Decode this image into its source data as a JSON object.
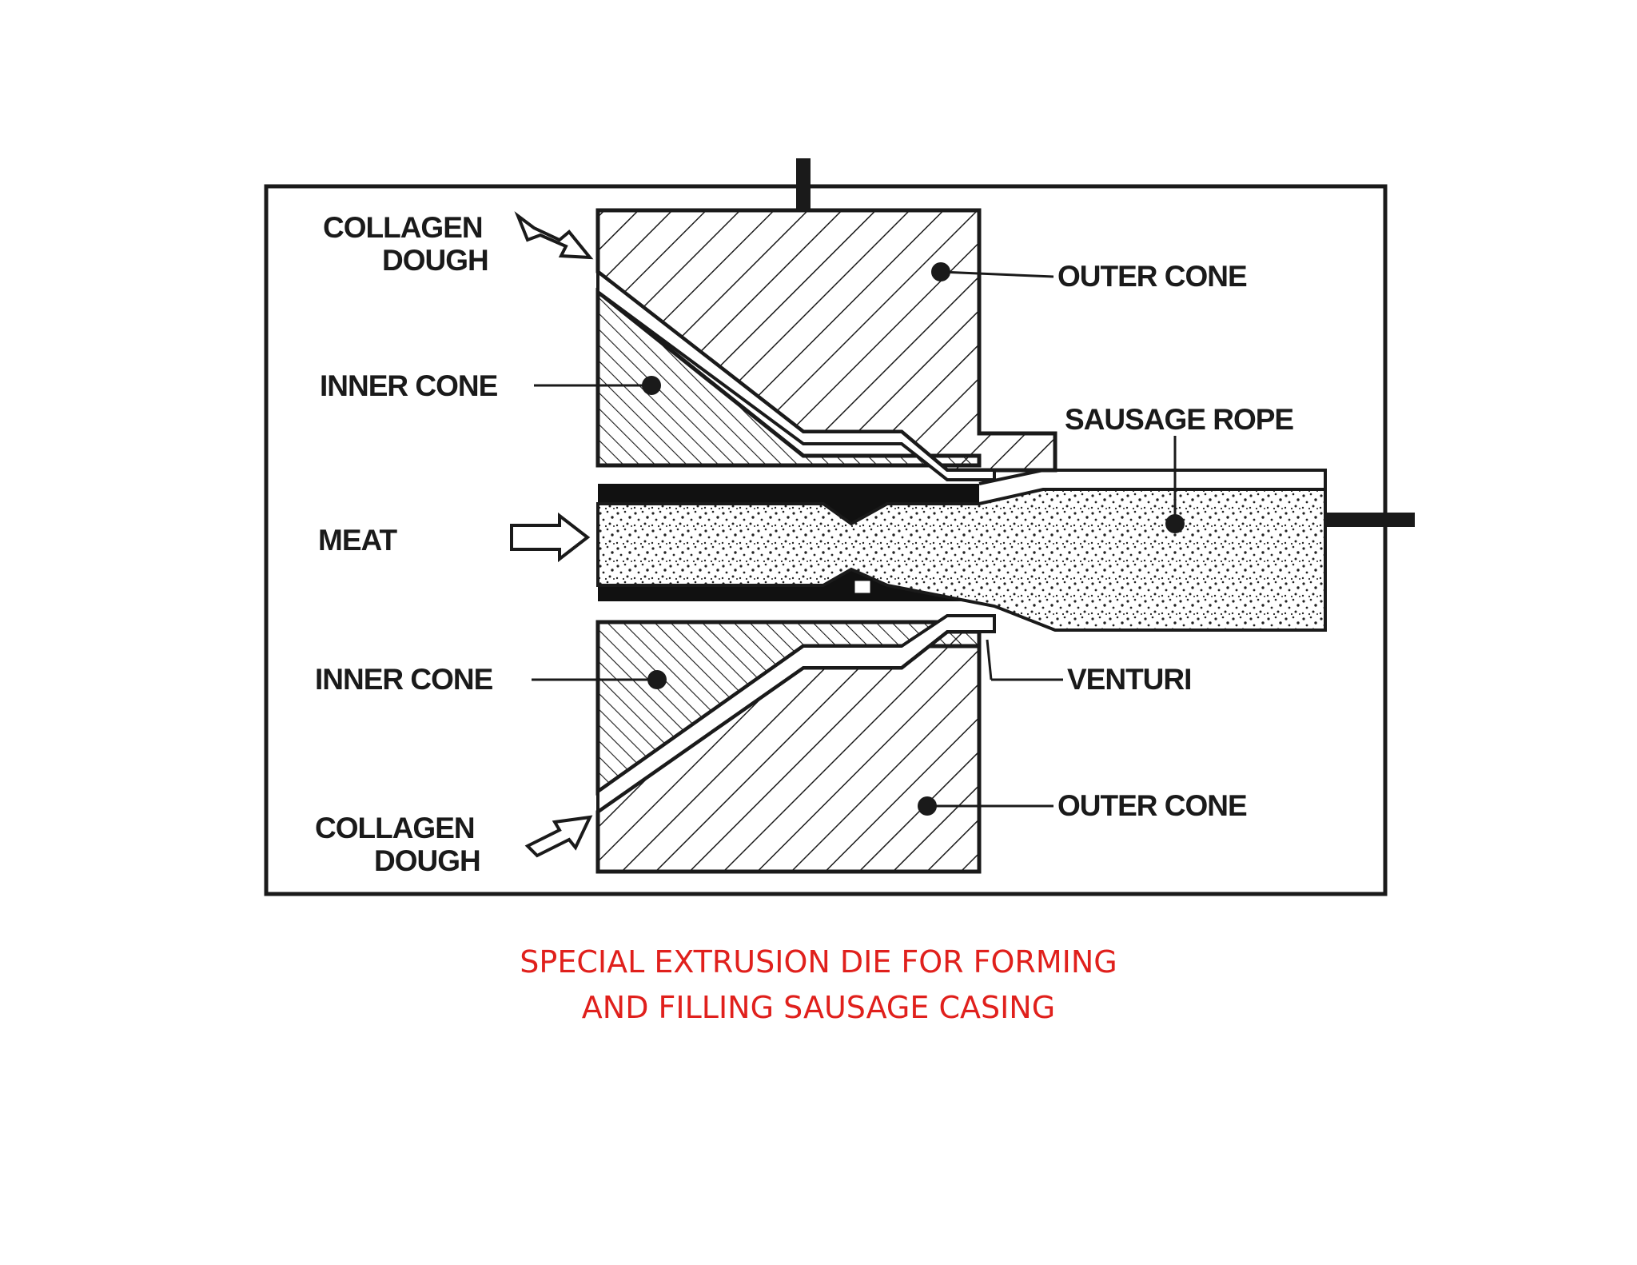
{
  "labels": {
    "collagen_dough_top": [
      "COLLAGEN",
      "DOUGH"
    ],
    "outer_cone_top": "OUTER CONE",
    "inner_cone_top": "INNER CONE",
    "sausage_rope": "SAUSAGE ROPE",
    "meat": "MEAT",
    "inner_cone_bottom": "INNER CONE",
    "venturi": "VENTURI",
    "outer_cone_bottom": "OUTER CONE",
    "collagen_dough_bottom": [
      "COLLAGEN",
      "DOUGH"
    ]
  },
  "caption": {
    "line1": "SPECIAL EXTRUSION DIE FOR FORMING",
    "line2": "AND FILLING SAUSAGE CASING"
  },
  "colors": {
    "caption": "#e0201c",
    "ink": "#1a1a1a"
  }
}
